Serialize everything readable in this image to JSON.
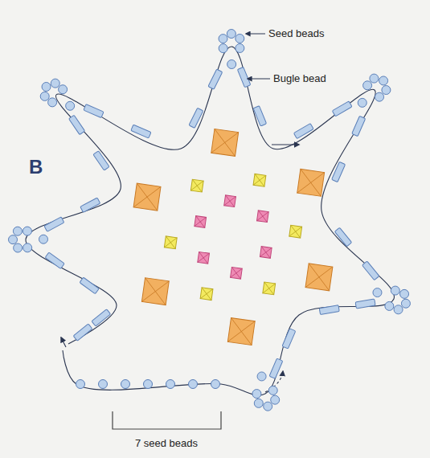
{
  "diagram": {
    "labels": [
      "Seed beads",
      "Bugle bead",
      "B",
      "7 seed beads"
    ]
  }
}
